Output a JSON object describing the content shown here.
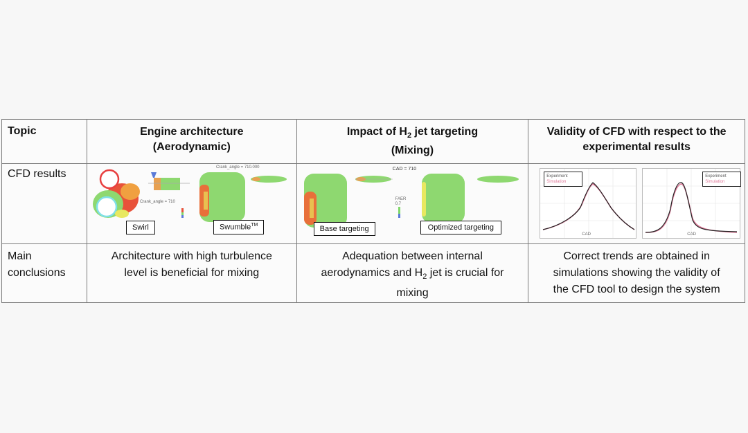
{
  "header": {
    "topic": "Topic",
    "engine_line1": "Engine architecture",
    "engine_line2": "(Aerodynamic)",
    "impact_prefix": "Impact of H",
    "impact_sub": "2",
    "impact_suffix": " jet targeting",
    "impact_line2": "(Mixing)",
    "validity_line1": "Validity of CFD with respect to the",
    "validity_line2": "experimental results"
  },
  "cfd": {
    "label": "CFD results",
    "crank_top": "Crank_angle = 710.000",
    "crank_mid": "Crank_angle = 710",
    "swirl_label": "Swirl",
    "swumble_label": "Swumble",
    "swumble_tm": "TM",
    "cad_label": "CAD = 710",
    "faer_label": "FAER",
    "faer_value": "0.7",
    "base_label": "Base targeting",
    "optimized_label": "Optimized targeting",
    "legend_experiment": "Experiment",
    "legend_simulation": "Simulation",
    "axis_cad": "CAD"
  },
  "conclusions": {
    "label_line1": "Main",
    "label_line2": "conclusions",
    "engine_line1": "Architecture with high turbulence",
    "engine_line2": "level is beneficial for mixing",
    "impact_line1": "Adequation between internal",
    "impact_line2_prefix": "aerodynamics and H",
    "impact_line2_sub": "2",
    "impact_line2_suffix": " jet is crucial for",
    "impact_line3": "mixing",
    "validity_line1": "Correct trends are obtained in",
    "validity_line2": "simulations showing the validity of",
    "validity_line3": "the CFD tool to design the system"
  },
  "colors": {
    "green": "#7fd86a",
    "red": "#e8523a",
    "orange": "#f0a040",
    "yellow": "#e8e860",
    "cyan": "#7fe0e8",
    "simulation": "#e07a9a"
  }
}
